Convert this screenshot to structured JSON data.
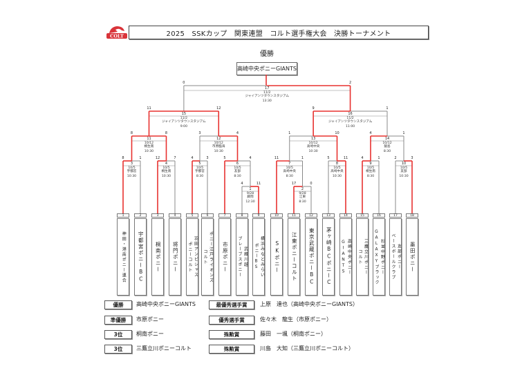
{
  "header": {
    "logo_text": "COLT",
    "title": "2025　SSKカップ　関東連盟　コルト選手権大会　決勝トーナメント"
  },
  "champion": {
    "heading": "優勝",
    "team": "高崎中央ポニーGIANTS"
  },
  "colors": {
    "winner_line": "#e8312f",
    "line": "#888888"
  },
  "teams": [
    {
      "no": "1",
      "name": [
        "神田・港南ポニー連合"
      ]
    },
    {
      "no": "2",
      "name": [
        "宇都宮ポニーBC"
      ]
    },
    {
      "no": "3",
      "name": [
        "桐南ポニー"
      ]
    },
    {
      "no": "4",
      "name": [
        "将門ポニー"
      ]
    },
    {
      "no": "5",
      "name": [
        "羽田アンビシャス",
        "ポニーコルト"
      ]
    },
    {
      "no": "6",
      "name": [
        "ポニー江戸ライオンズ",
        "コルト"
      ]
    },
    {
      "no": "7",
      "name": [
        "市原ポニー"
      ]
    },
    {
      "no": "8",
      "name": [
        "武蔵川越",
        "ブレーブスポニー"
      ]
    },
    {
      "no": "9",
      "name": [
        "横浜みなとみらい",
        "ポニーBS"
      ]
    },
    {
      "no": "10",
      "name": [
        "SKポニー"
      ]
    },
    {
      "no": "11",
      "name": [
        "江東ポニーコルト"
      ]
    },
    {
      "no": "12",
      "name": [
        "東京武蔵ポニーBC"
      ]
    },
    {
      "no": "13",
      "name": [
        "茅ヶ崎BCポニーC"
      ]
    },
    {
      "no": "14",
      "name": [
        "高崎中央ポニー",
        "GIANTS"
      ]
    },
    {
      "no": "15",
      "name": [
        "三鷹立川ポニー",
        "コルト"
      ]
    },
    {
      "no": "16",
      "name": [
        "杉並中野ポニー",
        "GALAXYブラック"
      ]
    },
    {
      "no": "17",
      "name": [
        "友部ポニー",
        "ベースボールクラブ"
      ]
    },
    {
      "no": "18",
      "name": [
        "墨田ポニー"
      ]
    }
  ],
  "matches": {
    "m1": {
      "no": "1",
      "score_left": "4",
      "score_right": "11",
      "date": "9/28",
      "venue": "藤岡",
      "time": "12:30"
    },
    "m2": {
      "no": "2",
      "score_left": "17",
      "score_right": "0",
      "date": "9/28",
      "venue": "江東",
      "time": "8:30"
    },
    "m3": {
      "no": "3",
      "score_left": "8",
      "score_right": "1",
      "date": "10/5",
      "venue": "宇都宮",
      "time": "10:30"
    },
    "m4": {
      "no": "4",
      "score_left": "12",
      "score_right": "7",
      "date": "10/5",
      "venue": "桐生南",
      "time": "10:30"
    },
    "m5": {
      "no": "5",
      "score_left": "4",
      "score_right": "3",
      "date": "10/5",
      "venue": "宇都宮",
      "time": "8:30"
    },
    "m6": {
      "no": "6",
      "score_left": "5",
      "score_right": "4",
      "date": "10/5",
      "venue": "友部",
      "time": "8:30"
    },
    "m7": {
      "no": "7",
      "score_left": "11",
      "score_right": "1",
      "date": "10/5",
      "venue": "高崎中央",
      "time": "8:30"
    },
    "m8": {
      "no": "8",
      "score_left": "5",
      "score_right": "11",
      "date": "10/5",
      "venue": "高崎中央",
      "time": "10:30"
    },
    "m9": {
      "no": "9",
      "score_left": "4",
      "score_right": "1",
      "date": "10/5",
      "venue": "桐生南",
      "time": "8:30"
    },
    "m10": {
      "no": "10",
      "score_left": "2",
      "score_right": "3",
      "date": "10/5",
      "venue": "友部",
      "time": "10:30"
    },
    "m11": {
      "no": "11",
      "score_left": "8",
      "score_right": "8",
      "date": "10/12",
      "venue": "桐生南",
      "time": "10:30"
    },
    "m12": {
      "no": "12",
      "score_left": "3",
      "score_right": "4",
      "date": "10/12",
      "venue": "市原臨海",
      "time": "10:30"
    },
    "m13": {
      "no": "13",
      "score_left": "1",
      "score_right": "10",
      "date": "10/12",
      "venue": "高崎中央",
      "time": "10:30"
    },
    "m14": {
      "no": "14",
      "score_left": "4",
      "score_right": "1",
      "date": "10/12",
      "venue": "猿島",
      "time": "8:30"
    },
    "m15": {
      "no": "15",
      "score_left": "11",
      "score_right": "12",
      "date": "11/2",
      "venue": "ジャイアンツタウンスタジアム",
      "time": "9:00"
    },
    "m16": {
      "no": "16",
      "score_left": "9",
      "score_right": "1",
      "date": "11/2",
      "venue": "ジャイアンツタウンスタジアム",
      "time": "11:00"
    },
    "m17": {
      "no": "17",
      "score_left": "0",
      "score_right": "2",
      "date": "11/2",
      "venue": "ジャイアンツタウンスタジアム",
      "time": "13:30"
    }
  },
  "results": [
    {
      "label": "優勝",
      "team": "高崎中央ポニーGIANTS",
      "award": "最優秀選手賞",
      "player": "上原　達也（高崎中央ポニーGIANTS）"
    },
    {
      "label": "準優勝",
      "team": "市原ポニー",
      "award": "優秀選手賞",
      "player": "佐々木　龍生（市原ポニー）"
    },
    {
      "label": "3位",
      "team": "桐南ポニー",
      "award": "殊勲賞",
      "player": "藤田　一颯（桐南ポニー）"
    },
    {
      "label": "3位",
      "team": "三鷹立川ポニーコルト",
      "award": "殊勲賞",
      "player": "川島　大知（三鷹立川ポニーコルト）"
    }
  ]
}
